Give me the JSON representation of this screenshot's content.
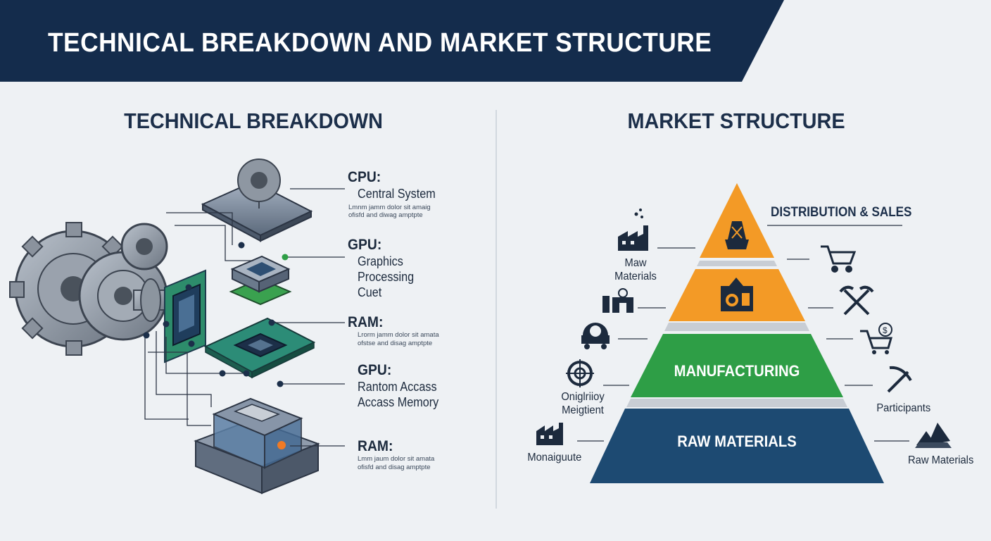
{
  "header": {
    "title": "TECHNICAL BREAKDOWN AND MARKET STRUCTURE"
  },
  "left": {
    "title": "TECHNICAL BREAKDOWN",
    "components": [
      {
        "heading": "CPU:",
        "subtitle": "Central System",
        "detail": [
          "Lmnm jamm dolor sit amaig",
          "ofisfd and diwag amptpte"
        ]
      },
      {
        "heading": "GPU:",
        "subtitle": "Graphics Processing Cuet"
      },
      {
        "heading": "RAM:",
        "detail": [
          "Lrorm jamm dolor sit amata",
          "ofstse and disag amptpte"
        ]
      },
      {
        "heading": "GPU:",
        "subtitle": "Rantom Accass Accass Memory"
      },
      {
        "heading": "RAM:",
        "detail": [
          "Lmm jaum dolor sit amata",
          "ofisfd and disag amptpte"
        ]
      }
    ]
  },
  "right": {
    "title": "MARKET STRUCTURE",
    "tiers": [
      {
        "label": "",
        "color": "#f39a26"
      },
      {
        "label": "",
        "color": "#f39a26"
      },
      {
        "label": "MANUFACTURING",
        "color": "#2e9e46"
      },
      {
        "label": "RAW MATERIALS",
        "color": "#1d4a72"
      }
    ],
    "distribution_label": "DISTRIBUTION & SALES",
    "left_labels": [
      {
        "text": "Maw Materials",
        "icon": "factory-icon"
      },
      {
        "text": "",
        "icon": "warehouse-icon"
      },
      {
        "text": "",
        "icon": "ore-cart-icon"
      },
      {
        "text": "Oniglriioy Meigtient",
        "icon": "target-icon"
      },
      {
        "text": "Monaiguute",
        "icon": "factory-icon"
      }
    ],
    "right_labels": [
      {
        "text": "",
        "icon": "shopping-cart-icon"
      },
      {
        "text": "",
        "icon": "crossed-pickaxes-icon"
      },
      {
        "text": "",
        "icon": "cart-dollar-icon"
      },
      {
        "text": "Participants",
        "icon": "pickaxe-icon"
      },
      {
        "text": "Raw Materials",
        "icon": "ore-pile-icon"
      }
    ]
  },
  "colors": {
    "navy": "#142c4c",
    "orange": "#f39a26",
    "green": "#2e9e46",
    "blue": "#1d4a72",
    "background": "#eef1f4"
  }
}
